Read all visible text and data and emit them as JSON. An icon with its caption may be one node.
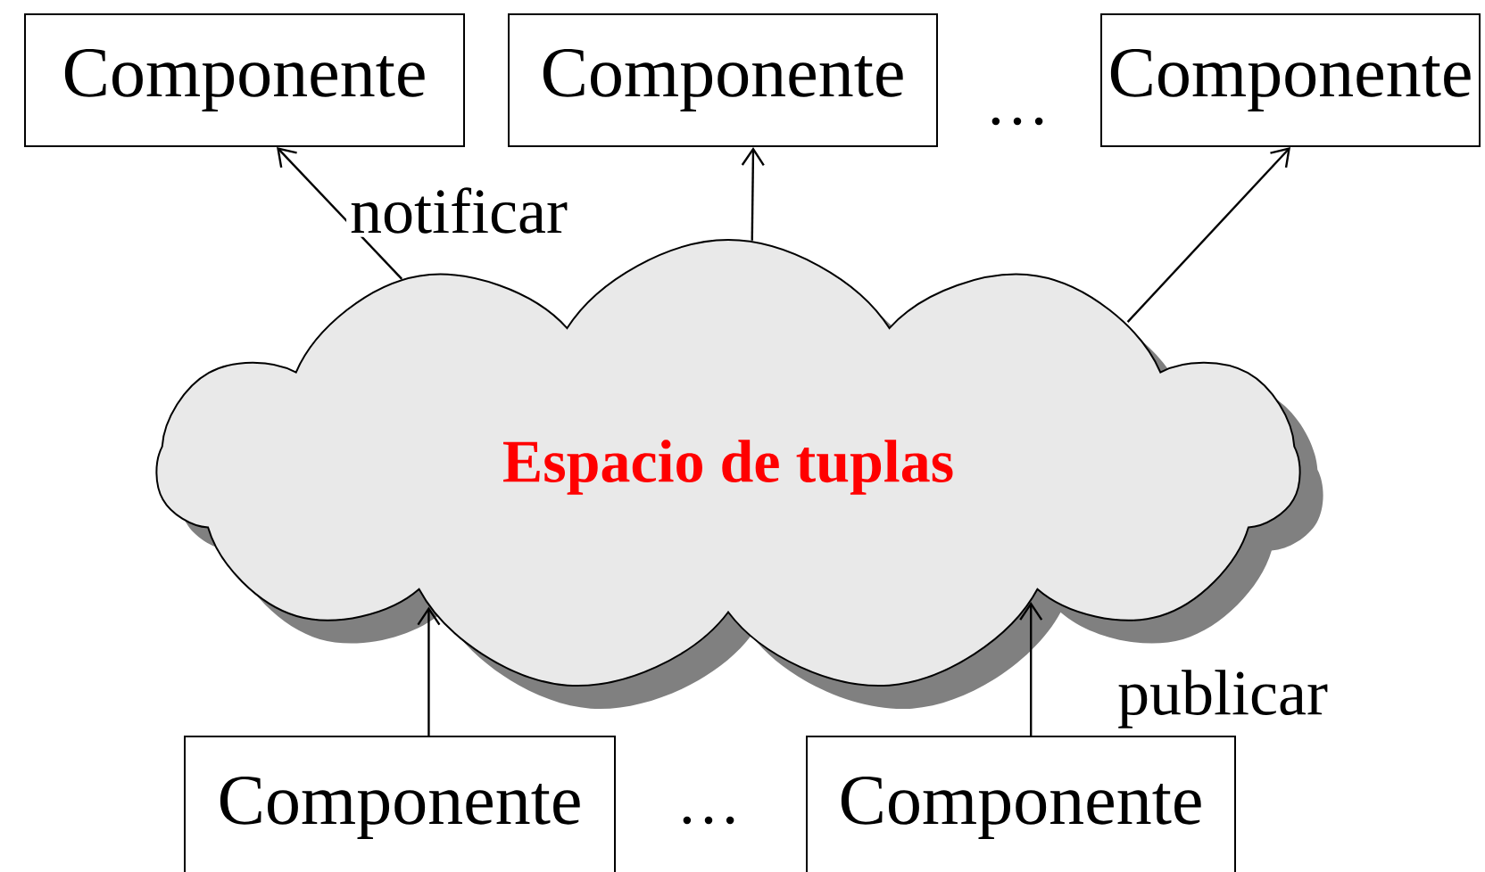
{
  "diagram": {
    "nodes": [
      {
        "text": [
          "Espacio de tuplas"
        ]
      },
      {
        "text": [
          "Componente"
        ]
      },
      {
        "text": [
          "Componente"
        ]
      },
      {
        "text": [
          "Componente"
        ]
      },
      {
        "text": [
          "Componente"
        ]
      },
      {
        "text": [
          "Componente"
        ]
      }
    ],
    "edges": [
      {
        "from": 0,
        "to": 1,
        "arrow": "to",
        "label": "notificar"
      },
      {
        "from": 0,
        "to": 2,
        "arrow": "to"
      },
      {
        "from": 0,
        "to": 3,
        "arrow": "to"
      },
      {
        "from": 4,
        "to": 0,
        "arrow": "to"
      },
      {
        "from": 5,
        "to": 0,
        "arrow": "to",
        "label": "publicar"
      }
    ],
    "labels": [
      "…",
      "…"
    ]
  }
}
